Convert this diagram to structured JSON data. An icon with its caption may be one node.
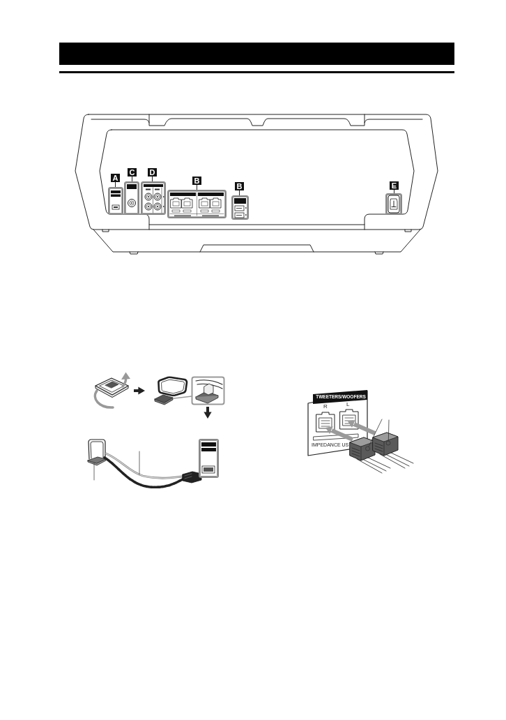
{
  "diagram": {
    "nodes": [
      {
        "text": [
          "A"
        ]
      },
      {
        "text": [],
        "shape": "box"
      },
      {
        "text": [
          "C"
        ]
      },
      {
        "text": [],
        "shape": "box"
      },
      {
        "text": [
          "D"
        ]
      },
      {
        "text": [],
        "shape": "box"
      },
      {
        "text": [
          "B"
        ]
      },
      {
        "text": [],
        "shape": "box"
      },
      {
        "text": [
          "B"
        ]
      },
      {
        "text": [],
        "shape": "box"
      },
      {
        "text": [
          "E"
        ]
      },
      {
        "text": [],
        "shape": "box"
      },
      {
        "text": [],
        "shape": "picture"
      },
      {
        "text": [],
        "shape": "picture"
      },
      {
        "text": [],
        "shape": "picture"
      }
    ],
    "edges": [
      {
        "from": 0,
        "to": 1,
        "arrow": "none"
      },
      {
        "from": 2,
        "to": 3,
        "arrow": "none"
      },
      {
        "from": 4,
        "to": 5,
        "arrow": "none"
      },
      {
        "from": 6,
        "to": 7,
        "arrow": "none"
      },
      {
        "from": 8,
        "to": 9,
        "arrow": "none"
      },
      {
        "from": 10,
        "to": 11,
        "arrow": "none"
      },
      {
        "from": 12,
        "to": 13,
        "arrow": "to",
        "style": "thick"
      },
      {
        "from": 13,
        "to": 14,
        "arrow": "to",
        "style": "thick"
      }
    ],
    "labels": [
      "TWEETERS/WOOFERS",
      "R",
      "L",
      "IMPEDANCE US"
    ]
  }
}
